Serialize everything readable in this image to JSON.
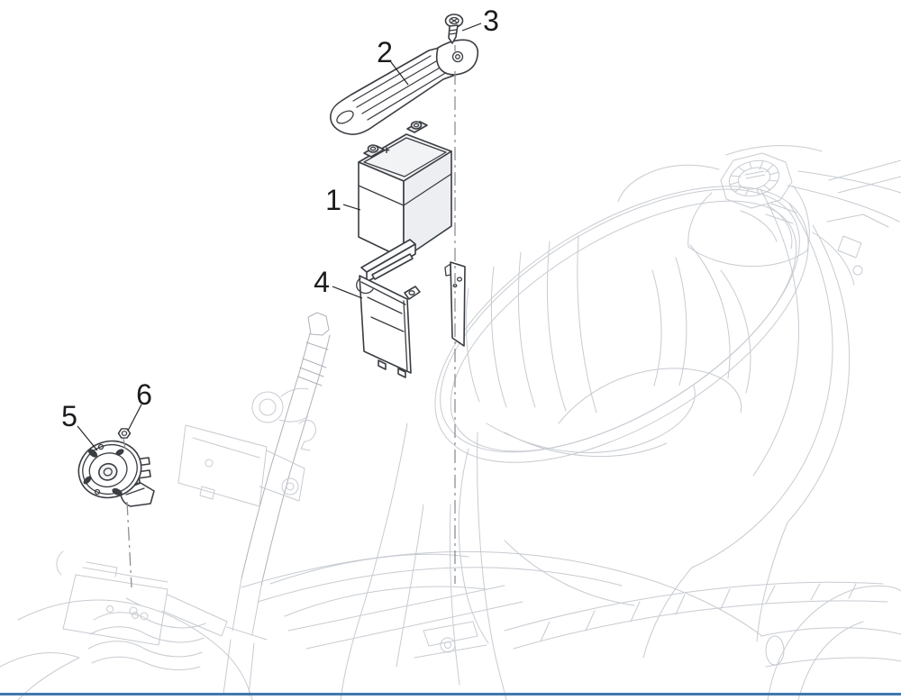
{
  "diagram": {
    "kind": "exploded-parts-diagram",
    "callouts": [
      {
        "label": "1",
        "part": "battery"
      },
      {
        "label": "2",
        "part": "battery-strap"
      },
      {
        "label": "3",
        "part": "strap-screw"
      },
      {
        "label": "4",
        "part": "battery-case"
      },
      {
        "label": "5",
        "part": "horn"
      },
      {
        "label": "6",
        "part": "horn-nut"
      }
    ],
    "battery_plus_marking": "+",
    "colors": {
      "part_outline": "#3a3d42",
      "label_text": "#1a1b1e",
      "centerline": "#8c8f94",
      "wireframe": "#c7cbd1",
      "wireframe_dark": "#aeb2b9",
      "bottom_border": "#4377ad",
      "background": "#ffffff"
    }
  }
}
